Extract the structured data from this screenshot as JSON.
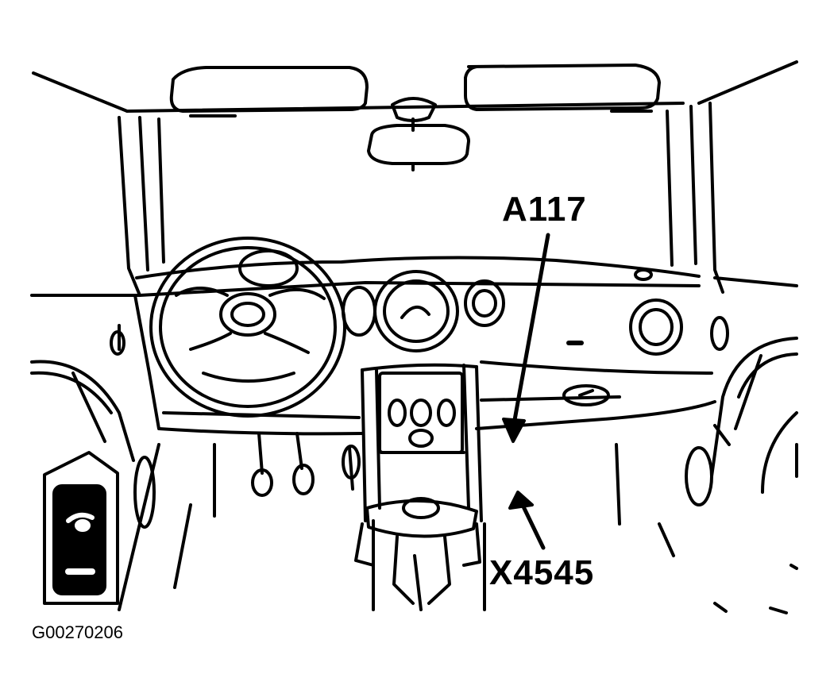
{
  "diagram": {
    "callouts": {
      "a117": "A117",
      "x4545": "X4545"
    },
    "figure_code": "G00270206",
    "colors": {
      "ink": "#000000",
      "paper": "#ffffff"
    }
  }
}
